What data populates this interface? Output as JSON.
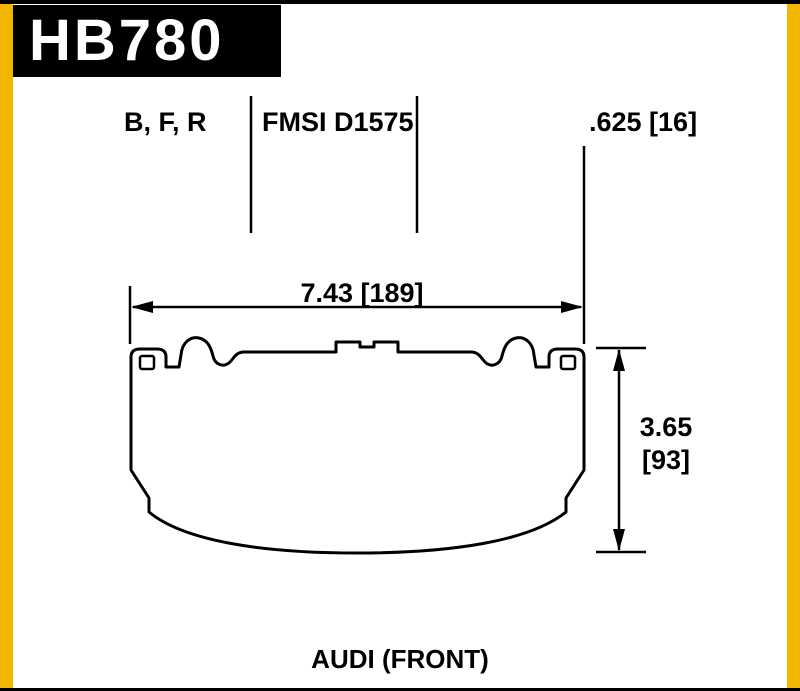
{
  "colors": {
    "accent_yellow": "#F2B600",
    "ink": "#000000",
    "paper": "#FFFFFF"
  },
  "header": {
    "part_number": "HB780"
  },
  "spec_row": {
    "compounds": "B, F, R",
    "fmsi": "FMSI D1575",
    "pad_thickness": ".625 [16]"
  },
  "drawing": {
    "width_dimension": "7.43 [189]",
    "height_dimension_in": "3.65",
    "height_dimension_mm": "[93]"
  },
  "footer": {
    "application": "AUDI (FRONT)"
  }
}
